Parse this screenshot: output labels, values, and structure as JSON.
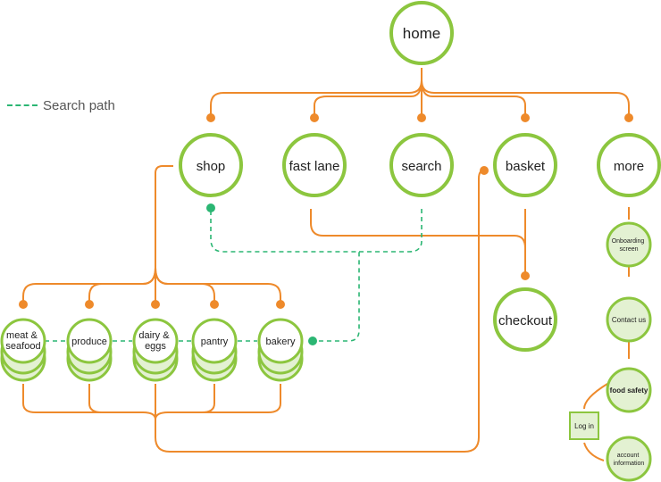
{
  "colors": {
    "orange": "#ee8a2b",
    "green_border": "#8cc63f",
    "green_fill": "#e3f1d2",
    "path_green": "#2bb673"
  },
  "legend": {
    "label": "Search path"
  },
  "nodes": {
    "home": "home",
    "shop": "shop",
    "fast_lane": "fast lane",
    "search": "search",
    "basket": "basket",
    "more": "more",
    "checkout": "checkout",
    "meat_seafood": [
      "meat &",
      "seafood"
    ],
    "produce": "produce",
    "dairy_eggs": [
      "dairy &",
      "eggs"
    ],
    "pantry": "pantry",
    "bakery": "bakery",
    "onboarding": [
      "Onboarding",
      "screen"
    ],
    "contact": "Contact us",
    "food_safety": "food safety",
    "log_in": "Log in",
    "account": [
      "account",
      "information"
    ]
  }
}
